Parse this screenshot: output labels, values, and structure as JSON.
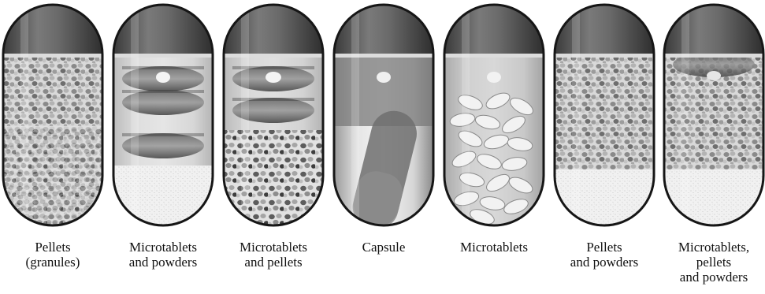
{
  "figure": {
    "capsules": [
      {
        "caption": "Pellets\n(granules)",
        "fill": "pellets"
      },
      {
        "caption": "Microtablets\nand powders",
        "fill": "microtablets-powders"
      },
      {
        "caption": "Microtablets\nand pellets",
        "fill": "microtablets-pellets"
      },
      {
        "caption": "Capsule",
        "fill": "capsule-in-capsule"
      },
      {
        "caption": "Microtablets",
        "fill": "microtablets"
      },
      {
        "caption": "Pellets\nand powders",
        "fill": "pellets-powders"
      },
      {
        "caption": "Microtablets,\npellets\nand powders",
        "fill": "microtablets-pellets-powders"
      }
    ]
  }
}
